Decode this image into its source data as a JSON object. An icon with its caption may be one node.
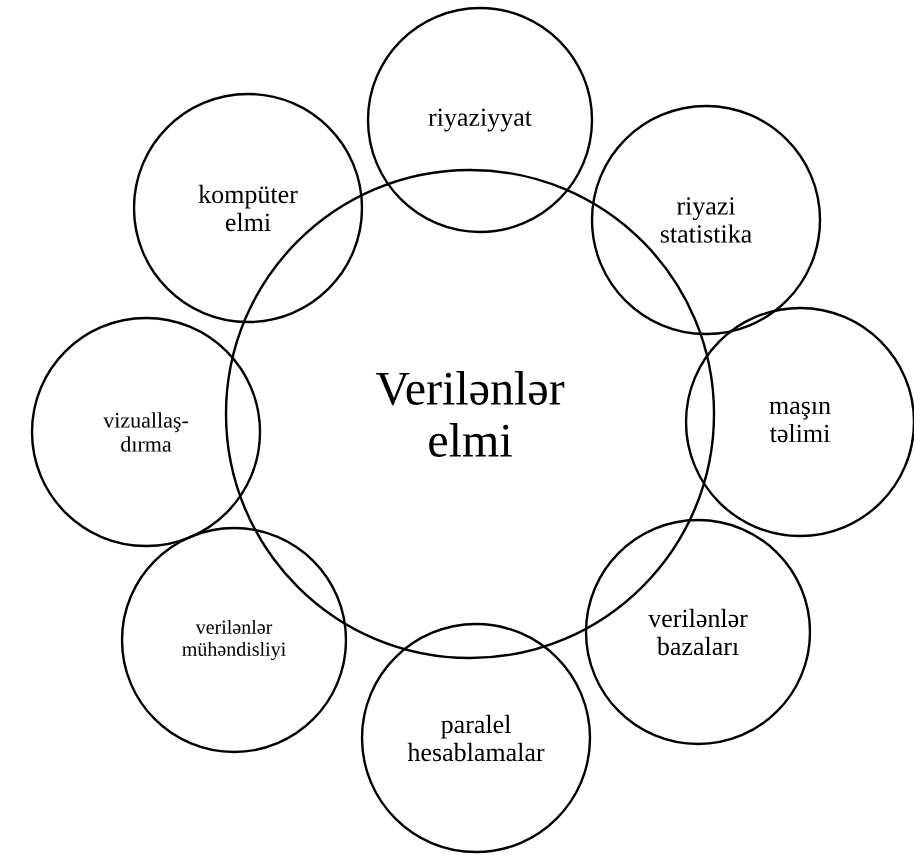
{
  "diagram": {
    "nodes": [
      {
        "text": [
          "Verilənlər elmi"
        ]
      },
      {
        "text": [
          "riyaziyyat"
        ]
      },
      {
        "text": [
          "riyazi statistika"
        ]
      },
      {
        "text": [
          "maşın təlimi"
        ]
      },
      {
        "text": [
          "verilənlər bazaları"
        ]
      },
      {
        "text": [
          "paralel hesablamalar"
        ]
      },
      {
        "text": [
          "verilənlər mühəndisliyi"
        ]
      },
      {
        "text": [
          "vizuallaş- dırma"
        ]
      },
      {
        "text": [
          "kompüter elmi"
        ]
      }
    ]
  }
}
